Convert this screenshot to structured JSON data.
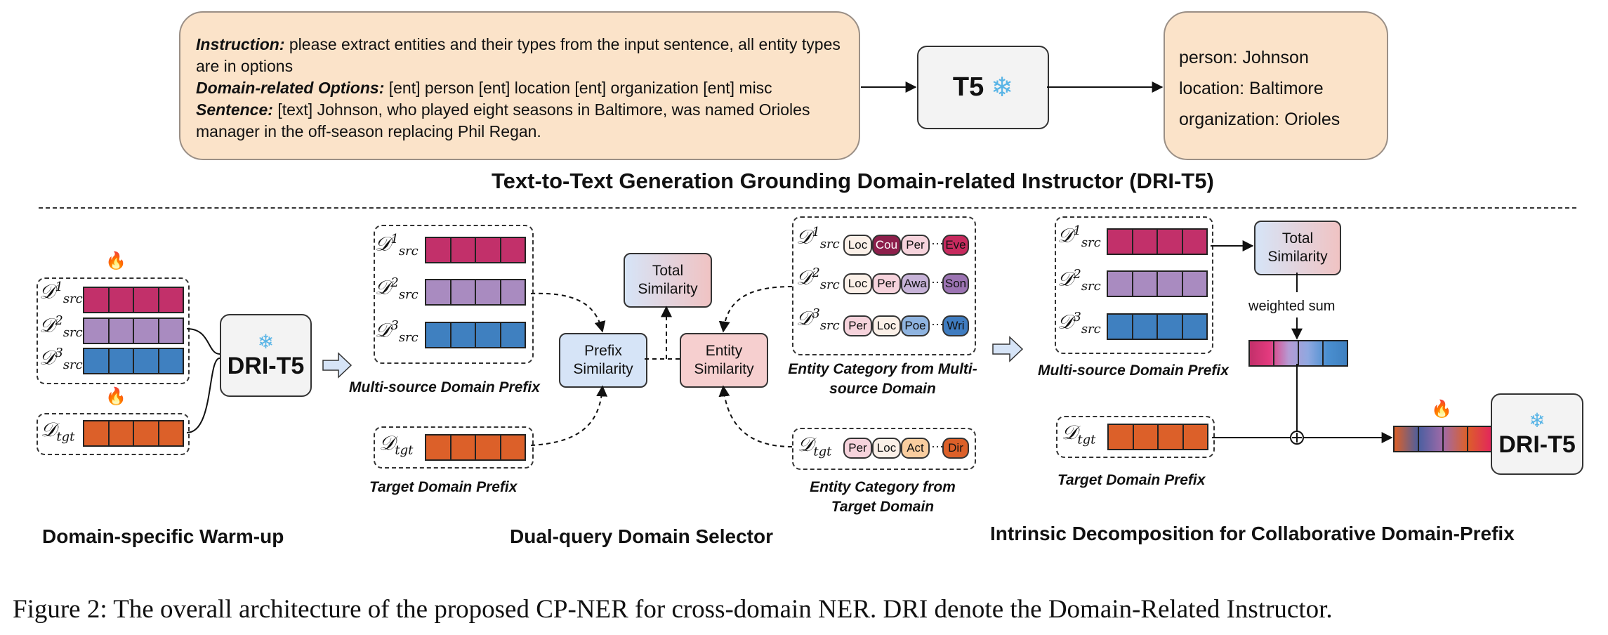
{
  "top": {
    "instruction_label": "Instruction:",
    "instruction_text": " please extract entities and their types from the input sentence, all entity types are in options",
    "options_label": "Domain-related Options:",
    "options_text": " [ent] person [ent] location [ent] organization [ent] misc",
    "sentence_label": "Sentence:",
    "sentence_text": " [text] Johnson, who played eight seasons in Baltimore, was named Orioles manager in the off-season replacing Phil Regan.",
    "model_label": "T5",
    "outputs": [
      "person: Johnson",
      "location: Baltimore",
      "organization: Orioles"
    ],
    "title": "Text-to-Text Generation Grounding Domain-related Instructor (DRI-T5)"
  },
  "symbols": {
    "D": "𝒟",
    "src": "src",
    "tgt": "tgt",
    "sup1": "1",
    "sup2": "2",
    "sup3": "3",
    "snowflake": "❄",
    "fire": "🔥",
    "dots": "···"
  },
  "warmup": {
    "model_label": "DRI-T5",
    "section_title": "Domain-specific Warm-up"
  },
  "selector": {
    "multi_caption": "Multi-source Domain Prefix",
    "target_caption": "Target Domain Prefix",
    "total_similarity": "Total Similarity",
    "prefix_similarity": "Prefix Similarity",
    "entity_similarity": "Entity Similarity",
    "entity_multi_caption": "Entity Category from Multi-source Domain",
    "entity_target_caption": "Entity Category from Target Domain",
    "section_title": "Dual-query Domain Selector",
    "chips_src1": [
      "Loc",
      "Cou",
      "Per",
      "Eve"
    ],
    "chips_src2": [
      "Loc",
      "Per",
      "Awa",
      "Son"
    ],
    "chips_src3": [
      "Per",
      "Loc",
      "Poe",
      "Wri"
    ],
    "chips_tgt": [
      "Per",
      "Loc",
      "Act",
      "Dir"
    ]
  },
  "decomp": {
    "multi_caption": "Multi-source Domain Prefix",
    "target_caption": "Target Domain Prefix",
    "total_similarity": "Total Similarity",
    "weighted_sum": "weighted sum",
    "model_label": "DRI-T5",
    "section_title": "Intrinsic Decomposition for Collaborative Domain-Prefix"
  },
  "colors": {
    "src1": "#c2306a",
    "src2": "#a98bc0",
    "src3": "#3f80c0",
    "tgt": "#dc6029",
    "peach": "#fbe3c9",
    "similarity_blue": "#d6e4f7",
    "similarity_pink": "#f6cfcf"
  },
  "caption": "Figure 2: The overall architecture of the proposed CP-NER for cross-domain NER. DRI denote the Domain-Related Instructor."
}
